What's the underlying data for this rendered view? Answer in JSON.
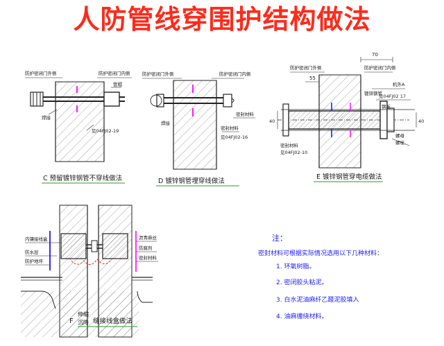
{
  "title": "人防管线穿围护结构做法",
  "colors": {
    "title": "#ff2a1a",
    "ink": "#1a1a1a",
    "accent_blue": "#1a1aff",
    "accent_magenta": "#ff1aff",
    "accent_red": "#ff2020",
    "caption_underline": "#2a9a2a",
    "hatch": "#555555"
  },
  "detail_c": {
    "caption": "C 预留镀锌钢管不穿线做法",
    "label_left_top": "防护密闭门外侧",
    "label_right_top": "防护密闭门内侧",
    "label_pipe": "管帽",
    "label_weld": "焊接",
    "label_ref": "见04FJ02-19"
  },
  "detail_d": {
    "caption": "D 镀锌钢管埋穿线做法",
    "label_left_top": "防护密闭门外侧",
    "label_right_top": "防护密闭门内侧",
    "label_seal": "密封材料",
    "label_weld": "焊接",
    "label_mid": "密封材料",
    "label_ref": "见04FJ02-16"
  },
  "detail_e": {
    "caption": "E 镀锌钢管穿电缆做法",
    "dim_top": "70",
    "dim_left": "55",
    "label_left_top": "防护密闭门外侧",
    "label_right_top": "防护密闭门内侧",
    "label_a": "机外A",
    "label_pipe": "镀锌钢管",
    "label_ref_top": "见04FJ02 17",
    "label_cover": "钢板",
    "label_nut": "螺母",
    "label_bolt": "螺栓",
    "label_seal": "密封材料",
    "label_ref_bottom": "见04FJ02-10",
    "label_dim_v": "40",
    "label_dim_r": "40"
  },
  "detail_f": {
    "caption_prefix": "F",
    "caption_line1": "伸缩",
    "caption_line2": "沉降",
    "caption_main": "缝接线盒做法",
    "label_box": "内镶接线盒",
    "label_waterproof": "防水层",
    "label_floor": "防护地坪",
    "label_r1": "沥青麻丝",
    "label_r2": "防腐剂",
    "label_r3": "密封材料"
  },
  "notes": {
    "heading": "注：",
    "intro": "密封材料可根据实际情况选用以下几种材料：",
    "items": [
      "1. 环氧树脂。",
      "2. 密闭胶头粘泥。",
      "3. 白水泥油麻纤乙醛泥胶填入",
      "4. 油麻缠绕材料。"
    ]
  }
}
